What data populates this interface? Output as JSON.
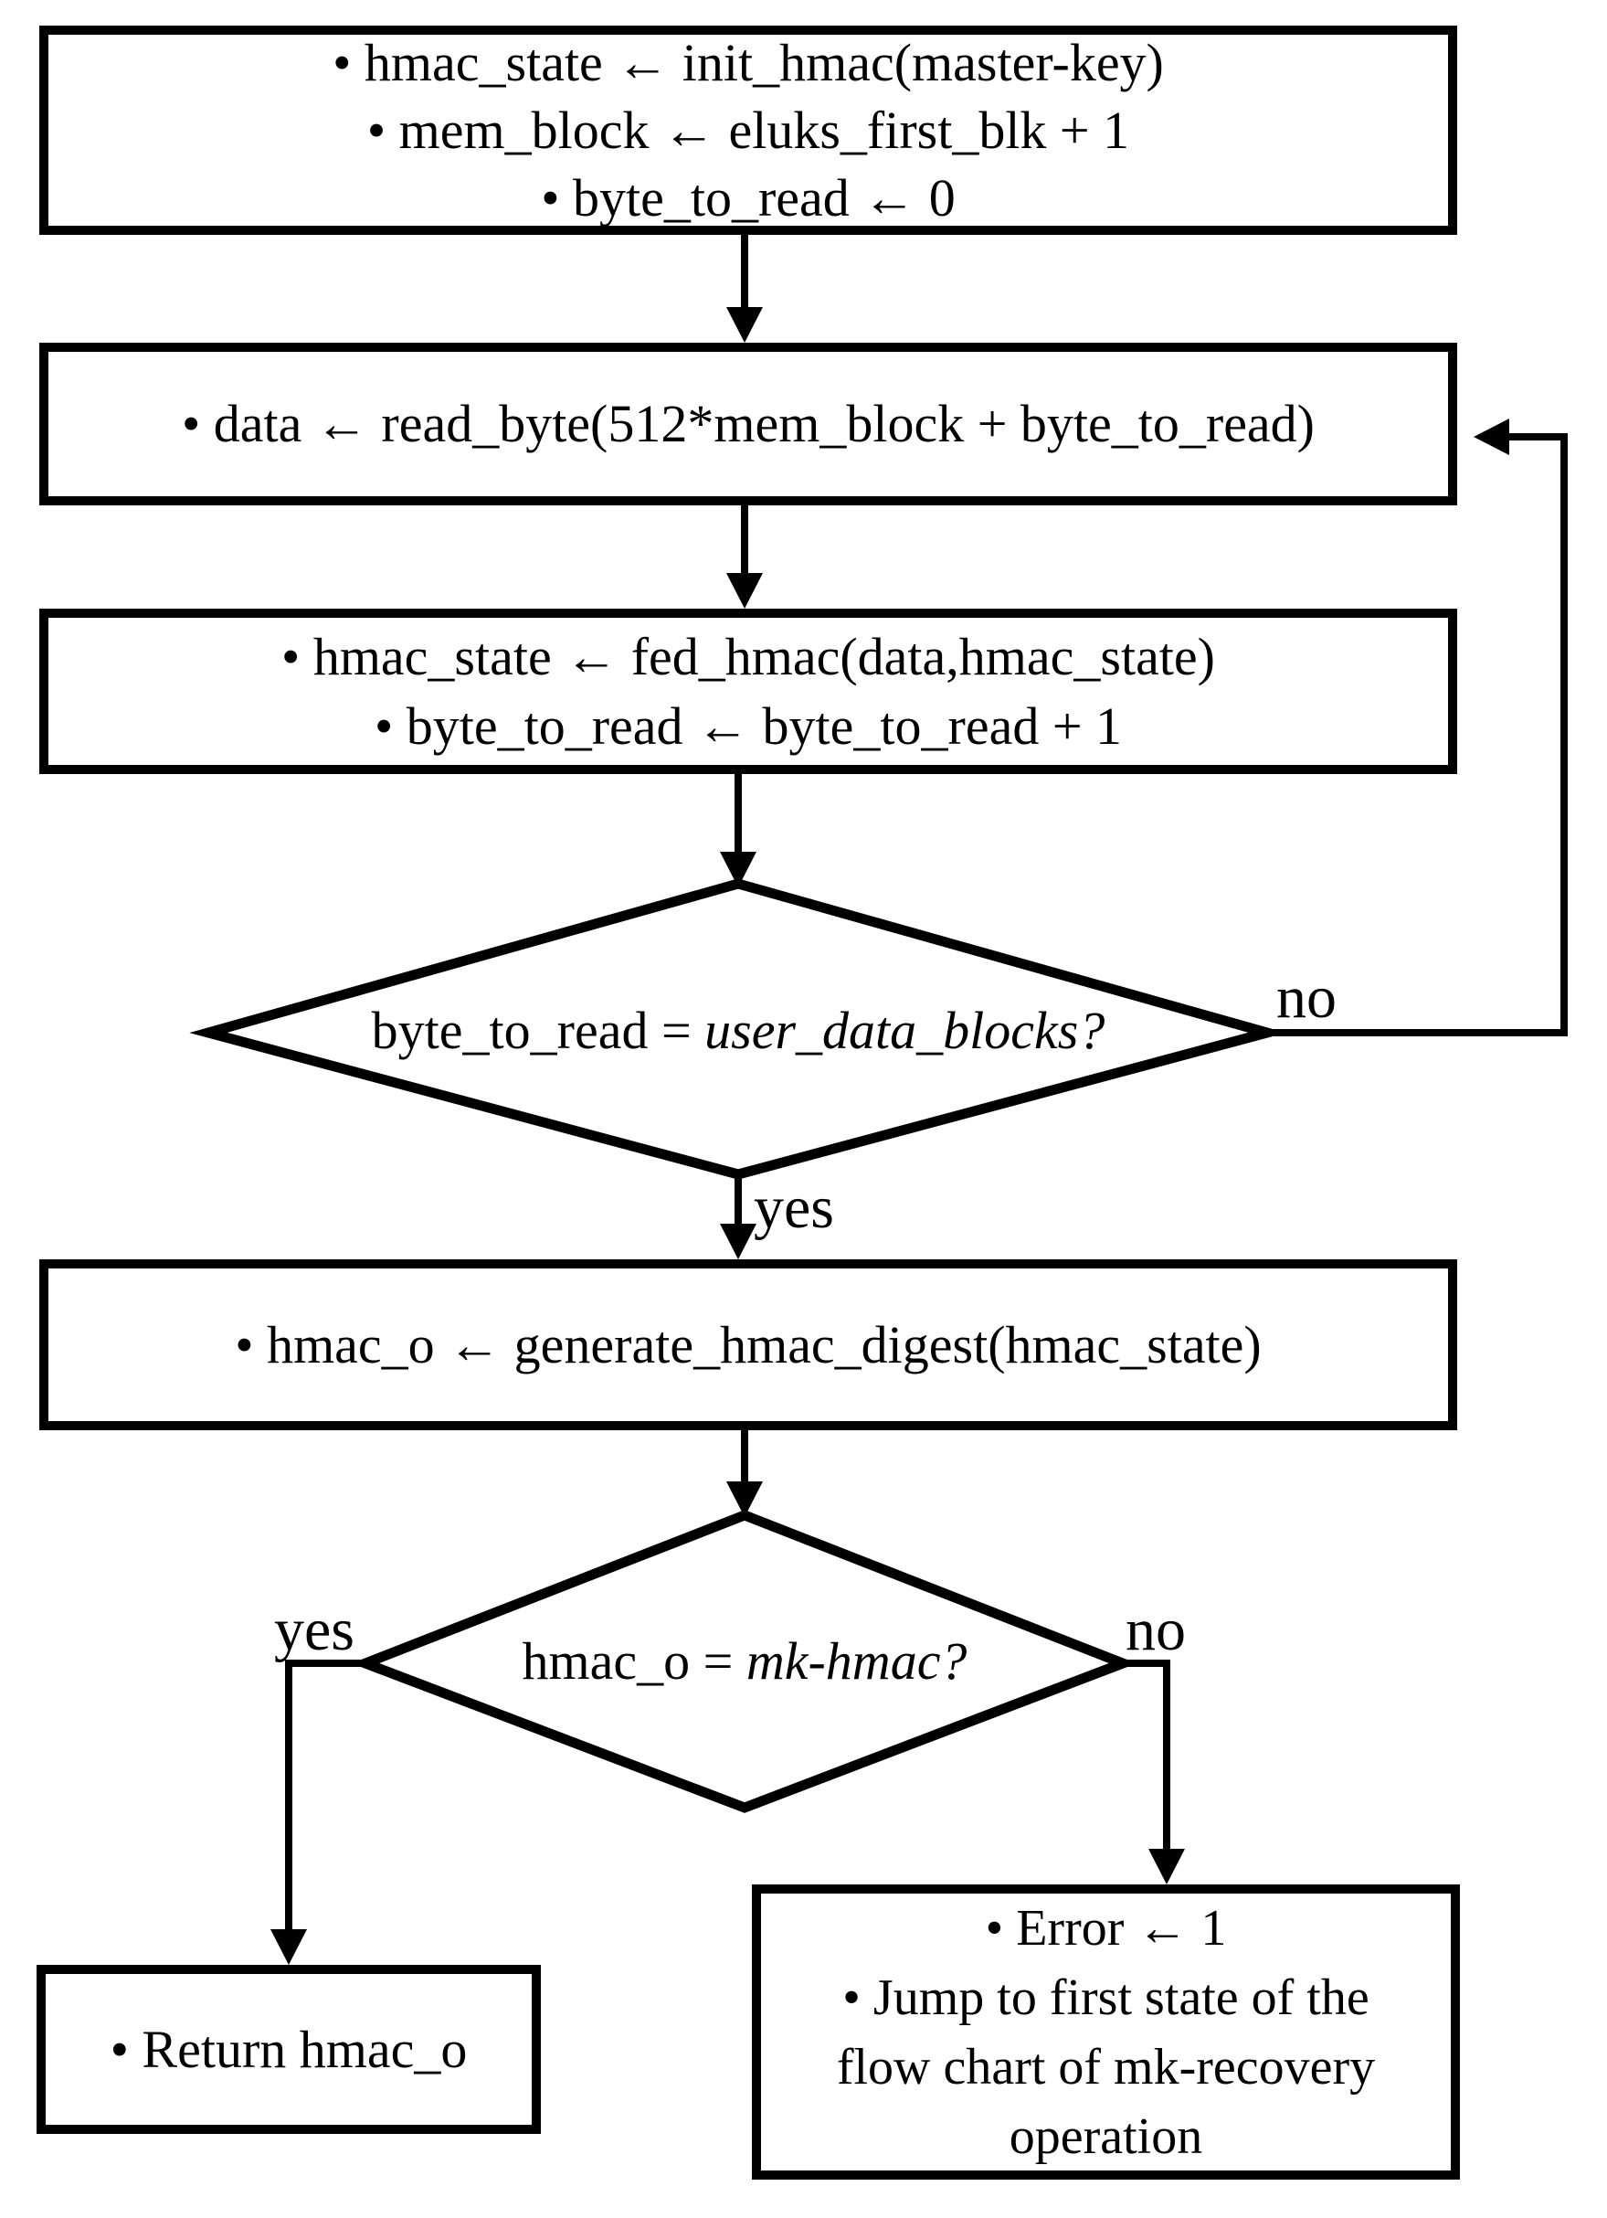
{
  "page": {
    "background": "#ffffff",
    "ink": "#000000"
  },
  "boxes": {
    "init": {
      "lines": [
        "• hmac_state ← init_hmac(master-key)",
        "• mem_block ← eluks_first_blk + 1",
        "• byte_to_read ← 0"
      ]
    },
    "read": {
      "lines": [
        "• data ← read_byte(512*mem_block + byte_to_read)"
      ]
    },
    "feed": {
      "lines": [
        "• hmac_state ← fed_hmac(data,hmac_state)",
        "• byte_to_read ← byte_to_read + 1"
      ]
    },
    "digest": {
      "lines": [
        "• hmac_o ← generate_hmac_digest(hmac_state)"
      ]
    },
    "return": {
      "lines": [
        "• Return hmac_o"
      ]
    },
    "error": {
      "lines": [
        "• Error ← 1",
        "• Jump to first state of the",
        "flow chart of mk-recovery",
        "operation"
      ]
    }
  },
  "diamonds": {
    "d1": {
      "text_upright": "byte_to_read = ",
      "text_italic": "user_data_blocks?"
    },
    "d2": {
      "text_upright": "hmac_o = ",
      "text_italic": "mk-hmac?"
    }
  },
  "labels": {
    "no1": "no",
    "yes1": "yes",
    "yes2": "yes",
    "no2": "no"
  }
}
